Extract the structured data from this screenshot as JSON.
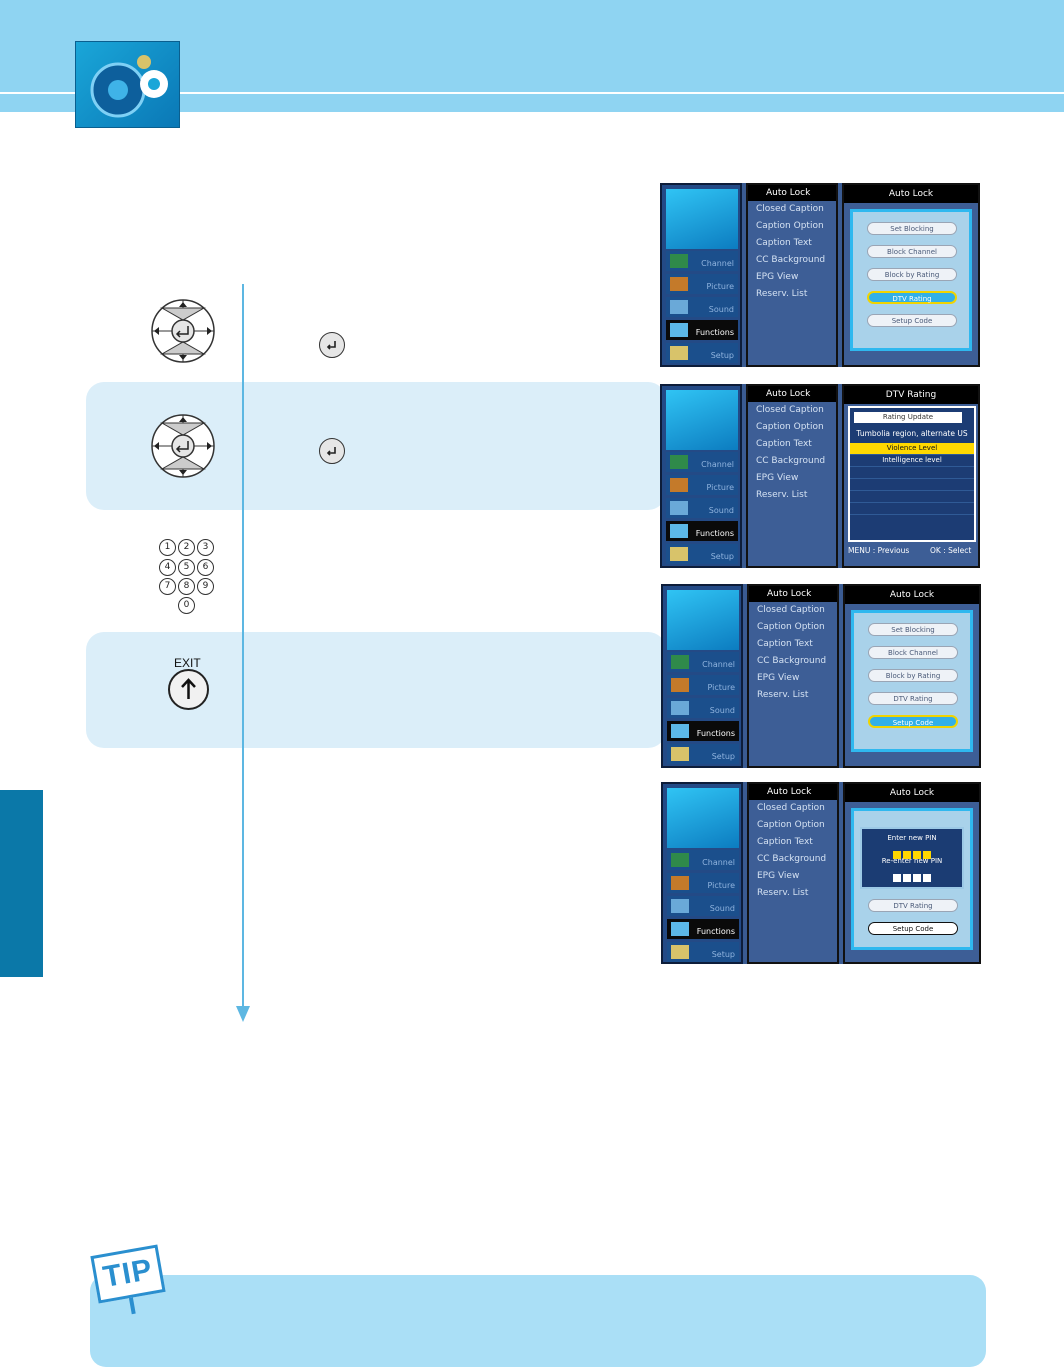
{
  "menu_common": {
    "left_nav": [
      "Channel",
      "Picture",
      "Sound",
      "Functions",
      "Setup"
    ],
    "functions_items": [
      "Closed Caption",
      "Caption Option",
      "Caption Text",
      "CC Background",
      "EPG View",
      "Reserv. List"
    ],
    "function_title": "Auto Lock"
  },
  "screen1": {
    "title": "Auto Lock",
    "options": [
      "Set Blocking",
      "Block Channel",
      "Block by Rating",
      "DTV Rating",
      "Setup Code"
    ],
    "selected": "DTV Rating"
  },
  "screen2": {
    "title": "DTV Rating",
    "rating_update": "Rating Update",
    "region": "Tumbolia region, alternate US",
    "rows": [
      "Violence Level",
      "Intelligence level"
    ],
    "footer_prev": "MENU : Previous",
    "footer_select": "OK : Select"
  },
  "screen3": {
    "title": "Auto Lock",
    "options": [
      "Set Blocking",
      "Block Channel",
      "Block by Rating",
      "DTV Rating",
      "Setup Code"
    ],
    "selected": "Setup Code"
  },
  "screen4": {
    "title": "Auto Lock",
    "enter_pin": "Enter new PIN",
    "reenter_pin": "Re-enter new PIN",
    "options": [
      "DTV Rating",
      "Setup Code"
    ]
  },
  "remote": {
    "numpad": [
      "1",
      "2",
      "3",
      "4",
      "5",
      "6",
      "7",
      "8",
      "9",
      "0"
    ],
    "exit_label": "EXIT"
  },
  "tip": {
    "label": "TIP"
  },
  "colors": {
    "header": "#8fd4f2",
    "panel": "#dbeef9",
    "accent": "#0b78a8",
    "tip": "#aadff6"
  }
}
